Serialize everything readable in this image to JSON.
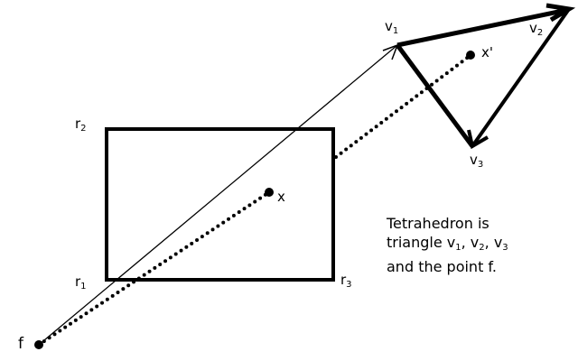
{
  "colors": {
    "ink": "#000000",
    "background": "#ffffff"
  },
  "labels": {
    "v1": {
      "base": "v",
      "sub": "1"
    },
    "v2": {
      "base": "v",
      "sub": "2"
    },
    "v3": {
      "base": "v",
      "sub": "3"
    },
    "r1": {
      "base": "r",
      "sub": "1"
    },
    "r2": {
      "base": "r",
      "sub": "2"
    },
    "r3": {
      "base": "r",
      "sub": "3"
    },
    "x": "x",
    "x_prime": "x'",
    "f": "f"
  },
  "caption": {
    "line1": "Tetrahedron is",
    "line2_prefix": "triangle ",
    "line2_v": "v",
    "s1": "1",
    "sep": ", ",
    "s2": "2",
    "s3": "3",
    "line3": "and the point f."
  }
}
